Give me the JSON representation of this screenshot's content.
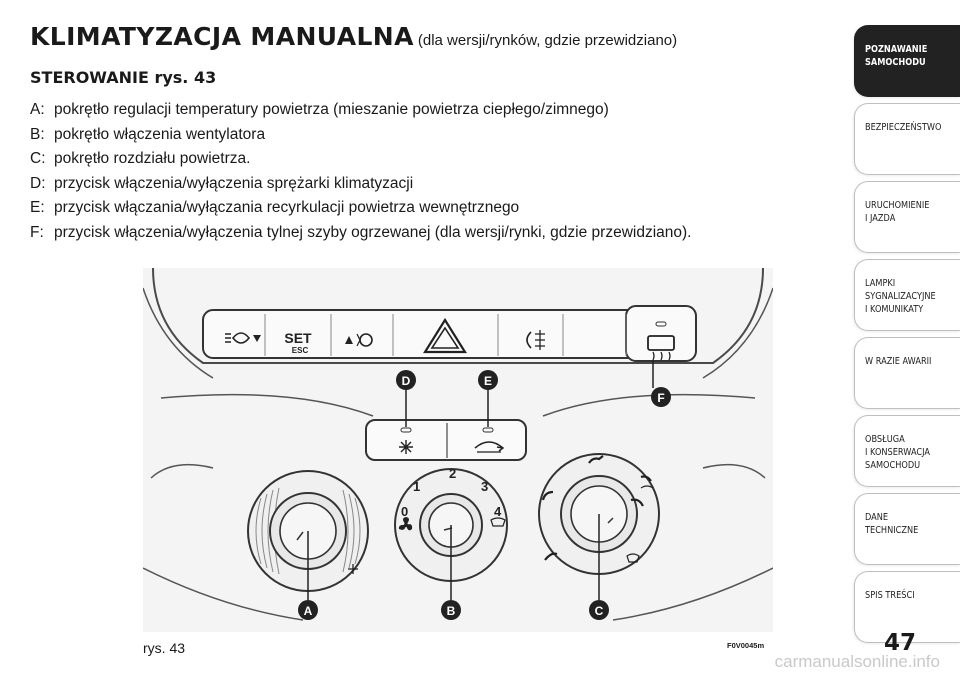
{
  "title": "KLIMATYZACJA MANUALNA",
  "title_note": "(dla wersji/rynków, gdzie przewidziano)",
  "section": "STEROWANIE rys. 43",
  "legend": [
    {
      "key": "A:",
      "text": "pokrętło regulacji temperatury powietrza (mieszanie powietrza ciepłego/zimnego)"
    },
    {
      "key": "B:",
      "text": "pokrętło włączenia wentylatora"
    },
    {
      "key": "C:",
      "text": "pokrętło rozdziału powietrza."
    },
    {
      "key": "D:",
      "text": "przycisk włączenia/wyłączenia sprężarki klimatyzacji"
    },
    {
      "key": "E:",
      "text": "przycisk włączania/wyłączania recyrkulacji powietrza wewnętrznego"
    },
    {
      "key": "F:",
      "text": "przycisk włączenia/wyłączenia tylnej szyby ogrzewanej (dla wersji/rynki, gdzie przewidziano)."
    }
  ],
  "figure": {
    "caption": "rys. 43",
    "code": "F0V0045m",
    "button_set": "SET",
    "button_esc": "ESC",
    "markers": [
      "A",
      "B",
      "C",
      "D",
      "E",
      "F"
    ],
    "fan_levels": [
      "0",
      "1",
      "2",
      "3",
      "4"
    ],
    "icons": [
      "headlight-level-icon",
      "speed-limiter-icon",
      "hazard-warning-icon",
      "rear-fog-icon",
      "rear-defrost-icon",
      "snowflake-icon",
      "recirculation-icon",
      "fan-icon",
      "windscreen-defrost-icon"
    ]
  },
  "sidebar": [
    {
      "label": "POZNAWANIE\nSAMOCHODU",
      "active": true
    },
    {
      "label": "BEZPIECZEŃSTWO",
      "active": false
    },
    {
      "label": "URUCHOMIENIE\nI JAZDA",
      "active": false
    },
    {
      "label": "LAMPKI\nSYGNALIZACYJNE\nI KOMUNIKATY",
      "active": false
    },
    {
      "label": "W RAZIE AWARII",
      "active": false
    },
    {
      "label": "OBSŁUGA\nI KONSERWACJA\nSAMOCHODU",
      "active": false
    },
    {
      "label": "DANE\nTECHNICZNE",
      "active": false
    },
    {
      "label": "SPIS TREŚCI",
      "active": false
    }
  ],
  "page_number": "47",
  "watermark": "carmanualsonline.info",
  "colors": {
    "active_tab": "#222222",
    "marker": "#222222",
    "panel": "#f4f4f4"
  }
}
